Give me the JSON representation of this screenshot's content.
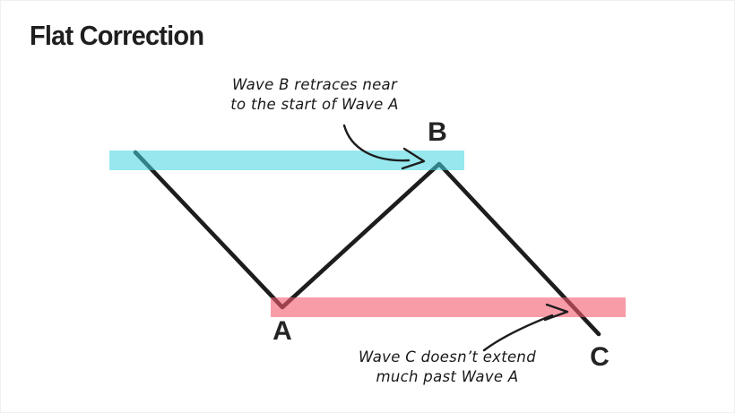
{
  "title": "Flat Correction",
  "colors": {
    "line": "#1d1d1d",
    "arrow": "#1d1d1d",
    "band_wave_b": "#40d5e0",
    "band_wave_a": "#f45c6e"
  },
  "diagram": {
    "labels": {
      "a": "A",
      "b": "B",
      "c": "C"
    },
    "annotation_top": {
      "line1": "Wave B retraces near",
      "line2": "to the start of Wave A"
    },
    "annotation_bottom": {
      "line1": "Wave C doesn’t extend",
      "line2": "much past Wave A"
    }
  }
}
